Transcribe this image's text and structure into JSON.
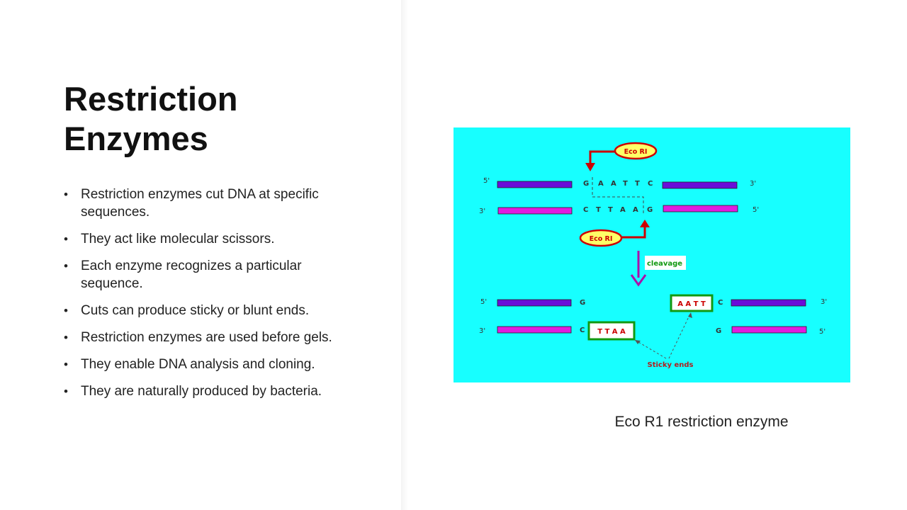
{
  "slide": {
    "title_line1": "Restriction",
    "title_line2": "Enzymes",
    "bullets": [
      "Restriction enzymes cut DNA at specific sequences.",
      "They act like molecular scissors.",
      "Each enzyme recognizes a particular sequence.",
      "Cuts can produce sticky or blunt ends.",
      "Restriction enzymes are used before gels.",
      "They enable DNA analysis and cloning.",
      "They are naturally produced by bacteria."
    ],
    "caption": "Eco R1 restriction enzyme"
  },
  "diagram": {
    "background_color": "#17ffff",
    "top_strand_color": "#6a0dd8",
    "bottom_strand_color": "#e01ce0",
    "arrow_red": "#cc0000",
    "arrow_purple": "#aa11aa",
    "enzyme_fill": "#ffff66",
    "box_border": "#119911",
    "enzyme_label": "Eco RI",
    "end_5": "5'",
    "end_3": "3'",
    "top_seq": [
      "G",
      "A",
      "A",
      "T",
      "T",
      "C"
    ],
    "bottom_seq": [
      "C",
      "T",
      "T",
      "A",
      "A",
      "G"
    ],
    "cleavage_label": "cleavage",
    "after_top_left_base": "G",
    "after_top_box": "A A T T",
    "after_top_right_base": "C",
    "after_bottom_left_base": "C",
    "after_bottom_box": "T T A A",
    "after_bottom_right_base": "G",
    "sticky_label": "Sticky ends"
  }
}
